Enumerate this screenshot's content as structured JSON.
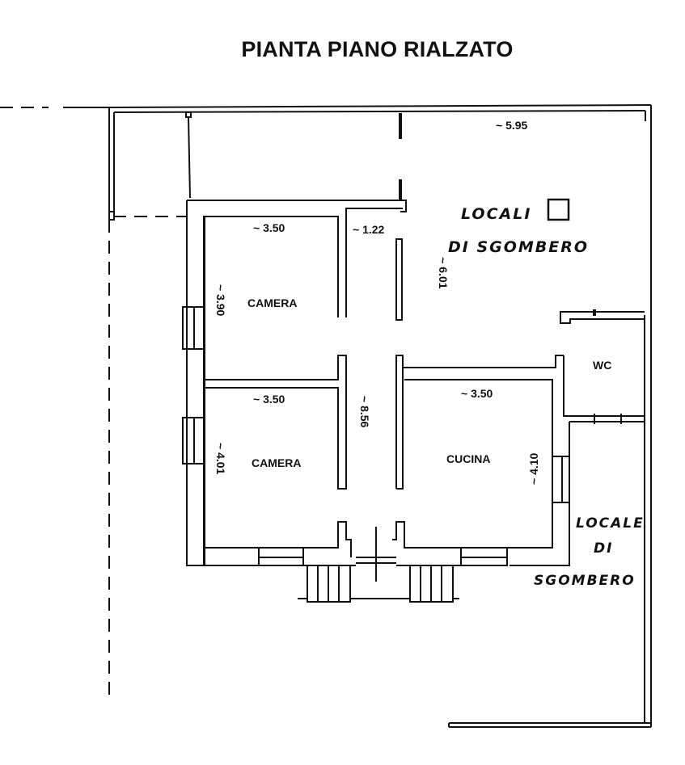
{
  "title": "PIANTA PIANO RIALZATO",
  "rooms": {
    "camera_top": {
      "label": "CAMERA",
      "width": "~ 3.50",
      "depth": "~ 3.90"
    },
    "camera_bottom": {
      "label": "CAMERA",
      "width": "~ 3.50",
      "depth": "~ 4.01"
    },
    "cucina": {
      "label": "CUCINA",
      "width": "~ 3.50",
      "depth": "~ 4.10"
    },
    "wc": {
      "label": "WC"
    },
    "corridor": {
      "width": "~ 1.22",
      "length_upper": "~ 6.01",
      "length_total": "~ 8.56"
    }
  },
  "annex": {
    "top_width": "~ 5.95",
    "locali_line1": "LOCALI",
    "locali_line2": "DI  SGOMBERO",
    "locale_line1": "LOCALE",
    "locale_line2": "DI",
    "locale_line3": "SGOMBERO"
  }
}
